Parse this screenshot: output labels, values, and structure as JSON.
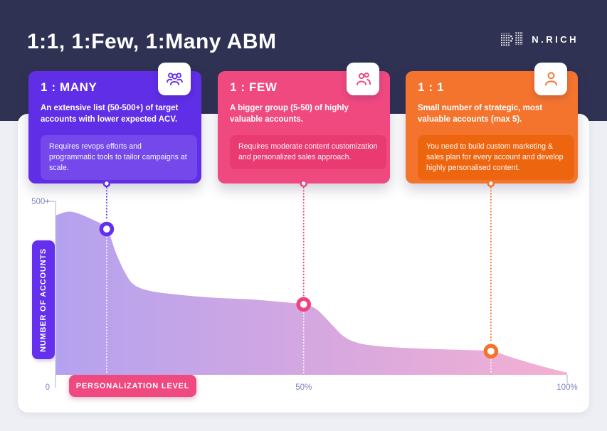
{
  "header": {
    "title": "1:1, 1:Few, 1:Many ABM",
    "brand": "N.RICH"
  },
  "cards": [
    {
      "title": "1 : MANY",
      "subtitle": "An extensive list (50-500+) of target accounts with lower expected ACV.",
      "note": "Requires revops efforts and programmatic tools to tailor campaigns at scale.",
      "icon": "group-three-people-icon",
      "color": "#5f2ee6",
      "note_bg": "#7448eb",
      "accent": "#6430ee"
    },
    {
      "title": "1 : FEW",
      "subtitle": "A bigger group (5-50) of highly valuable accounts.",
      "note": "Requires moderate content customization and personalized sales approach.",
      "icon": "group-two-people-icon",
      "color": "#ef4980",
      "note_bg": "#e93a72",
      "accent": "#f0437e"
    },
    {
      "title": "1 : 1",
      "subtitle": "Small number of strategic, most valuable accounts (max 5).",
      "note": "You need to build custom marketing & sales plan for every account and develop highly personalised content.",
      "icon": "single-person-icon",
      "color": "#f4742e",
      "note_bg": "#ee650f",
      "accent": "#f4722b"
    }
  ],
  "chart_data": {
    "type": "area",
    "title": "",
    "xlabel": "PERSONALIZATION LEVEL",
    "ylabel": "NUMBER OF ACCOUNTS",
    "xlim": [
      0,
      100
    ],
    "ylim": [
      0,
      500
    ],
    "x_ticks": [
      {
        "label": "0",
        "pct": 0,
        "align": "end"
      },
      {
        "label": "50%",
        "pct": 48.5,
        "align": "middle"
      },
      {
        "label": "100%",
        "pct": 100,
        "align": "middle"
      }
    ],
    "y_ticks": [
      {
        "label": "500+",
        "value": 500
      },
      {
        "label": "0",
        "value": 0
      }
    ],
    "grid": false,
    "gradient": [
      "#b4a2ef",
      "#d8a8df",
      "#f4b0d2"
    ],
    "axis_color": "#c7cbe2",
    "label_color": "#7e84be",
    "curve": [
      [
        0,
        459
      ],
      [
        3,
        470
      ],
      [
        7,
        449
      ],
      [
        10,
        420
      ],
      [
        11.8,
        352
      ],
      [
        13.5,
        297
      ],
      [
        15.3,
        260
      ],
      [
        18.4,
        242
      ],
      [
        23.2,
        232
      ],
      [
        30.2,
        223
      ],
      [
        38.5,
        217
      ],
      [
        44,
        210
      ],
      [
        48.5,
        203
      ],
      [
        51,
        189
      ],
      [
        53.8,
        148
      ],
      [
        56.3,
        111
      ],
      [
        59.1,
        92
      ],
      [
        63.6,
        82
      ],
      [
        70.5,
        76
      ],
      [
        78.9,
        72
      ],
      [
        85.1,
        68
      ],
      [
        88.6,
        53
      ],
      [
        92.1,
        37
      ],
      [
        95.5,
        23
      ],
      [
        98.3,
        12
      ],
      [
        100,
        7
      ]
    ],
    "markers": [
      {
        "label": "1 : MANY",
        "accounts": "50-500+",
        "x_pct": 10,
        "y_value": 420,
        "color": "#6430ee"
      },
      {
        "label": "1 : FEW",
        "accounts": "5-50",
        "x_pct": 48.5,
        "y_value": 203,
        "color": "#f0437e"
      },
      {
        "label": "1 : 1",
        "accounts": "max 5",
        "x_pct": 85.1,
        "y_value": 68,
        "color": "#f4722b"
      }
    ]
  }
}
